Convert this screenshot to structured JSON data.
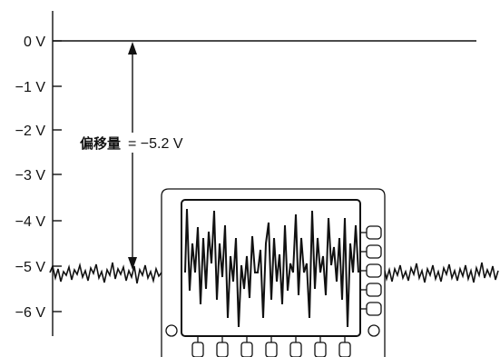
{
  "axis": {
    "ticks": [
      "0 V",
      "−1 V",
      "−2 V",
      "−3 V",
      "−4 V",
      "−5 V",
      "−6 V"
    ]
  },
  "offset": {
    "label": "偏移量",
    "value": "= −5.2 V"
  },
  "colors": {
    "ink": "#111111",
    "background": "#ffffff"
  },
  "icons": {
    "scope": "oscilloscope-front-panel-icon",
    "arrow": "double-headed-arrow-icon"
  }
}
